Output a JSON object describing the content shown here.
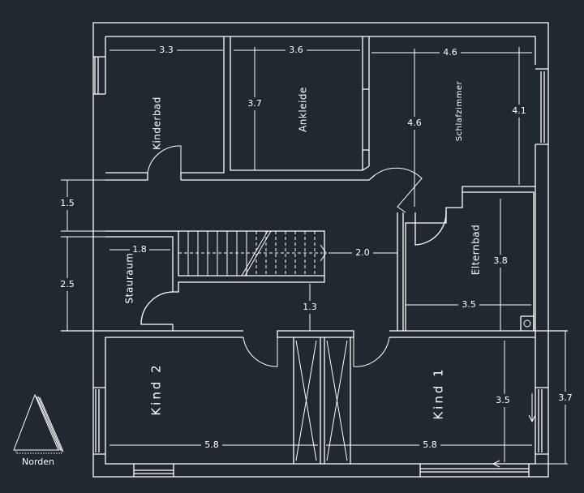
{
  "drawing": {
    "background_color": "#212830",
    "line_color": "#ffffff",
    "rooms": {
      "kinderbad": "Kinderbad",
      "ankleide": "Ankleide",
      "schlafzimmer": "Schlafzimmer",
      "elternbad": "Elternbad",
      "stauraum": "Stauraum",
      "kind2": "Kind 2",
      "kind1": "Kind 1"
    },
    "dimensions": {
      "kinderbad_width": "3.3",
      "ankleide_width": "3.6",
      "schlafzimmer_width": "4.6",
      "ankleide_depth": "3.7",
      "schlafzimmer_depth_inner": "4.6",
      "schlafzimmer_depth": "4.1",
      "corridor_left": "1.5",
      "stauraum_height": "2.5",
      "stauraum_width": "1.8",
      "stair_to_wall": "2.0",
      "elternbad_depth": "3.8",
      "stair_to_hall": "1.3",
      "elternbad_width": "3.5",
      "kind1_depth": "3.5",
      "kind1_outer_depth": "3.7",
      "kind2_width": "5.8",
      "kind1_width": "5.8"
    },
    "north_arrow": {
      "label": "Norden"
    }
  }
}
